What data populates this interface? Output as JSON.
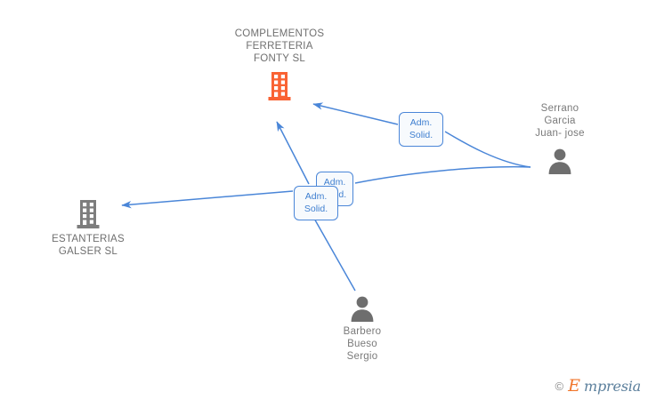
{
  "diagram": {
    "type": "corporate-relationship-graph",
    "background_color": "#ffffff",
    "accent_company_color": "#f96233",
    "person_color": "#6e6e6e",
    "edge_color": "#4a86d8",
    "label_color": "#7a7a7a"
  },
  "nodes": {
    "company_main": {
      "name": "COMPLEMENTOS FERRETERIA FONTY  SL",
      "line1": "COMPLEMENTOS",
      "line2": "FERRETERIA",
      "line3": "FONTY  SL",
      "icon": "building-icon",
      "color": "#f96233"
    },
    "company_secondary": {
      "name": "ESTANTERIAS GALSER SL",
      "line1": "ESTANTERIAS",
      "line2": "GALSER SL",
      "icon": "building-icon",
      "color": "#7d7d7d"
    },
    "person_right": {
      "name": "Serrano Garcia Juan- jose",
      "line1": "Serrano",
      "line2": "Garcia",
      "line3": "Juan- jose",
      "icon": "person-icon",
      "color": "#6e6e6e"
    },
    "person_bottom": {
      "name": "Barbero Bueso Sergio",
      "line1": "Barbero",
      "line2": "Bueso",
      "line3": "Sergio",
      "icon": "person-icon",
      "color": "#6e6e6e"
    }
  },
  "relations": [
    {
      "id": "rel-serrano-fonty",
      "line1": "Adm.",
      "line2": "Solid.",
      "from": "Serrano Garcia Juan- jose",
      "to": "COMPLEMENTOS FERRETERIA FONTY  SL"
    },
    {
      "id": "rel-serrano-galser",
      "line1": "Adm.",
      "line2": "Solid.",
      "from": "Serrano Garcia Juan- jose",
      "to": "ESTANTERIAS GALSER SL"
    },
    {
      "id": "rel-barbero-fonty",
      "line1": "Adm.",
      "line2": "Solid.",
      "from": "Barbero Bueso Sergio",
      "to": "COMPLEMENTOS FERRETERIA FONTY  SL"
    }
  ],
  "watermark": {
    "copyright": "©",
    "brand_initial": "E",
    "brand_rest": "mpresia"
  }
}
